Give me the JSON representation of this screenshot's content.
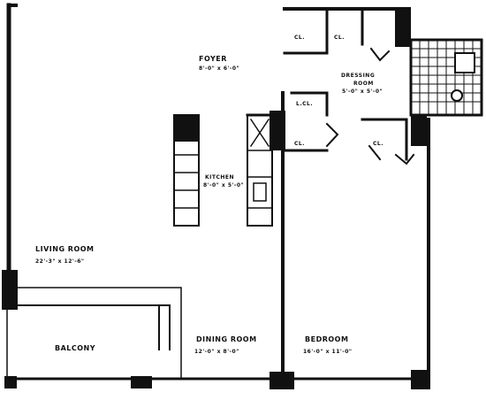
{
  "plan": {
    "rooms": [
      {
        "id": "foyer",
        "name": "FOYER",
        "dims": "8'-0\" x 6'-0\""
      },
      {
        "id": "dressing",
        "name": "DRESSING",
        "sub": "ROOM",
        "dims": "5'-0\" x 5'-0\""
      },
      {
        "id": "kitchen",
        "name": "KITCHEN",
        "dims": "8'-0\" x 5'-0\""
      },
      {
        "id": "living",
        "name": "LIVING ROOM",
        "dims": "22'-3\" x 12'-6\""
      },
      {
        "id": "dining",
        "name": "DINING ROOM",
        "dims": "12'-0\" x 8'-0\""
      },
      {
        "id": "bedroom",
        "name": "BEDROOM",
        "dims": "16'-0\" x 11'-0\""
      },
      {
        "id": "balcony",
        "name": "BALCONY"
      }
    ],
    "closets": {
      "cl1": "CL.",
      "cl2": "CL.",
      "cl3": "L.CL.",
      "cl4": "CL.",
      "cl5": "CL."
    },
    "colors": {
      "ink": "#111111",
      "paper": "#ffffff"
    }
  }
}
